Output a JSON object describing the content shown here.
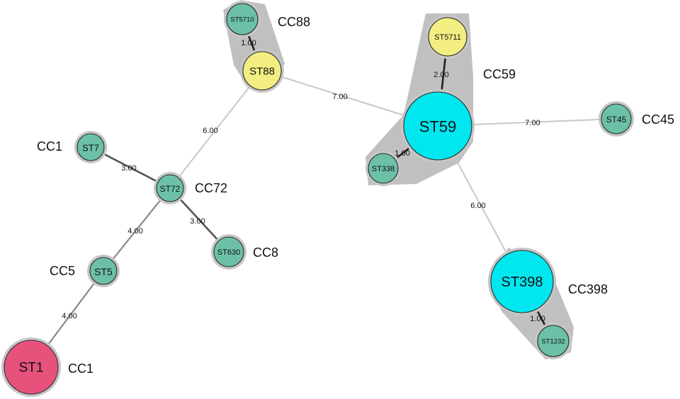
{
  "colors": {
    "teal": "#6cc0a8",
    "cyan": "#00e7ef",
    "yellow": "#f2ee82",
    "pink": "#e6527c",
    "halo": "#c6c6c6",
    "hull": "#bdbdbd",
    "edge_light": "#c8c8c8",
    "edge_mid": "#8a8a8a",
    "edge_dark": "#555555",
    "edge_strong": "#222222",
    "stroke": "#2a2a2a"
  },
  "nodes": [
    {
      "id": "ST1",
      "label": "ST1",
      "color": "pink"
    },
    {
      "id": "ST5",
      "label": "ST5",
      "color": "teal"
    },
    {
      "id": "ST7",
      "label": "ST7",
      "color": "teal"
    },
    {
      "id": "ST72",
      "label": "ST72",
      "color": "teal"
    },
    {
      "id": "ST630",
      "label": "ST630",
      "color": "teal"
    },
    {
      "id": "ST88",
      "label": "ST88",
      "color": "yellow"
    },
    {
      "id": "ST5710",
      "label": "ST5710",
      "color": "teal"
    },
    {
      "id": "ST59",
      "label": "ST59",
      "color": "cyan"
    },
    {
      "id": "ST5711",
      "label": "ST5711",
      "color": "yellow"
    },
    {
      "id": "ST338",
      "label": "ST338",
      "color": "teal"
    },
    {
      "id": "ST45",
      "label": "ST45",
      "color": "teal"
    },
    {
      "id": "ST398",
      "label": "ST398",
      "color": "cyan"
    },
    {
      "id": "ST1232",
      "label": "ST1232",
      "color": "teal"
    }
  ],
  "edges": [
    {
      "source": "ST1",
      "target": "ST5",
      "weight": "4.00",
      "tone": "edge_mid"
    },
    {
      "source": "ST5",
      "target": "ST72",
      "weight": "4.00",
      "tone": "edge_mid"
    },
    {
      "source": "ST7",
      "target": "ST72",
      "weight": "3.00",
      "tone": "edge_dark"
    },
    {
      "source": "ST72",
      "target": "ST630",
      "weight": "3.00",
      "tone": "edge_dark"
    },
    {
      "source": "ST72",
      "target": "ST88",
      "weight": "6.00",
      "tone": "edge_light"
    },
    {
      "source": "ST88",
      "target": "ST5710",
      "weight": "1.00",
      "tone": "edge_strong"
    },
    {
      "source": "ST88",
      "target": "ST59",
      "weight": "7.00",
      "tone": "edge_light"
    },
    {
      "source": "ST59",
      "target": "ST5711",
      "weight": "2.00",
      "tone": "edge_strong"
    },
    {
      "source": "ST59",
      "target": "ST338",
      "weight": "1.00",
      "tone": "edge_strong"
    },
    {
      "source": "ST59",
      "target": "ST45",
      "weight": "7.00",
      "tone": "edge_light"
    },
    {
      "source": "ST59",
      "target": "ST398",
      "weight": "6.00",
      "tone": "edge_light"
    },
    {
      "source": "ST398",
      "target": "ST1232",
      "weight": "1.00",
      "tone": "edge_strong"
    }
  ],
  "groups": [
    {
      "id": "CC88-group",
      "members": [
        "ST88",
        "ST5710"
      ]
    },
    {
      "id": "CC59-group",
      "members": [
        "ST59",
        "ST5711",
        "ST338"
      ]
    },
    {
      "id": "CC398-group",
      "members": [
        "ST398",
        "ST1232"
      ]
    }
  ],
  "cc_labels": [
    {
      "id": "cc1-st7",
      "text": "CC1"
    },
    {
      "id": "cc72",
      "text": "CC72"
    },
    {
      "id": "cc8",
      "text": "CC8"
    },
    {
      "id": "cc5",
      "text": "CC5"
    },
    {
      "id": "cc1-st1",
      "text": "CC1"
    },
    {
      "id": "cc88",
      "text": "CC88"
    },
    {
      "id": "cc59",
      "text": "CC59"
    },
    {
      "id": "cc45",
      "text": "CC45"
    },
    {
      "id": "cc398",
      "text": "CC398"
    }
  ]
}
